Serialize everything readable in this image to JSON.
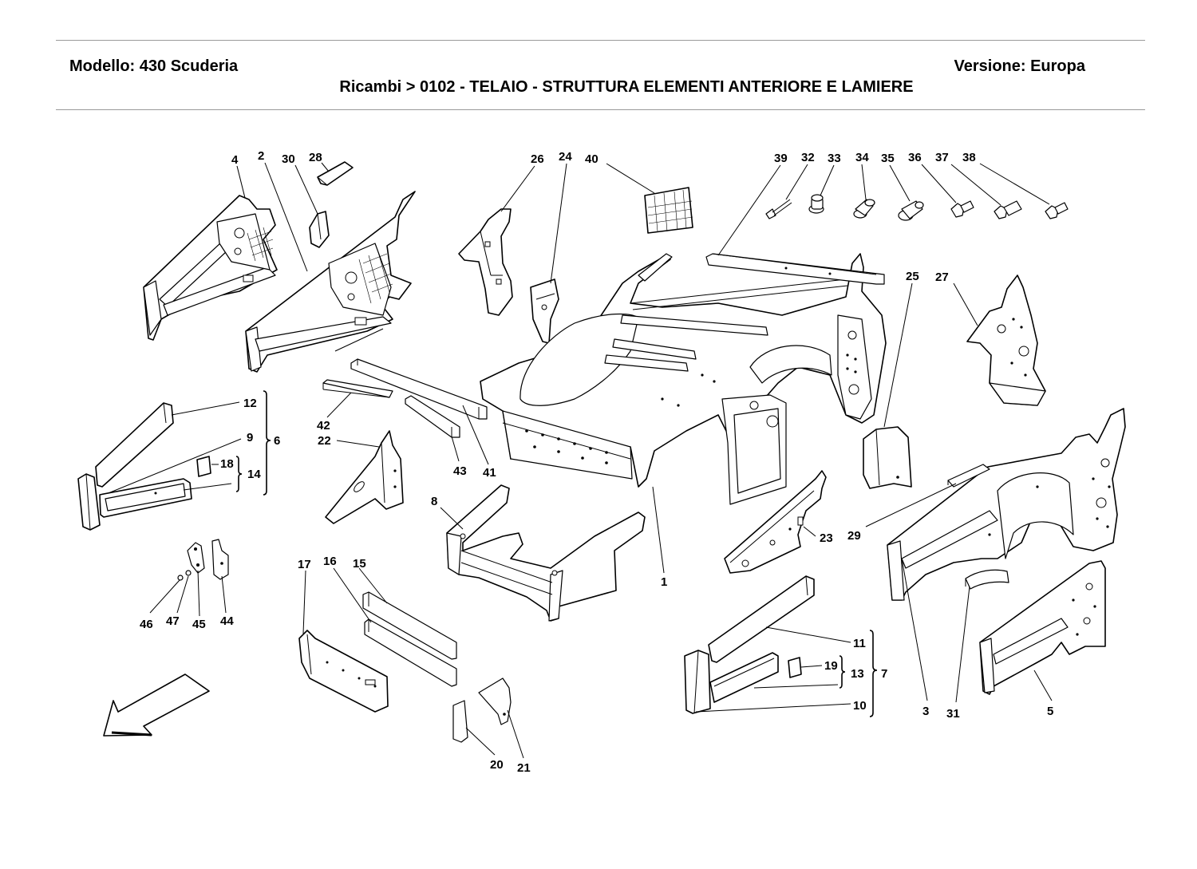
{
  "header": {
    "model": "Modello: 430 Scuderia",
    "version": "Versione: Europa",
    "section": "Ricambi > 0102 - TELAIO - STRUTTURA ELEMENTI ANTERIORE E LAMIERE"
  },
  "labels": [
    {
      "id": "4",
      "text": "4"
    },
    {
      "id": "2",
      "text": "2"
    },
    {
      "id": "30",
      "text": "30"
    },
    {
      "id": "28",
      "text": "28"
    },
    {
      "id": "26",
      "text": "26"
    },
    {
      "id": "24",
      "text": "24"
    },
    {
      "id": "40",
      "text": "40"
    },
    {
      "id": "39",
      "text": "39"
    },
    {
      "id": "32",
      "text": "32"
    },
    {
      "id": "33",
      "text": "33"
    },
    {
      "id": "34",
      "text": "34"
    },
    {
      "id": "35",
      "text": "35"
    },
    {
      "id": "36",
      "text": "36"
    },
    {
      "id": "37",
      "text": "37"
    },
    {
      "id": "38",
      "text": "38"
    },
    {
      "id": "25",
      "text": "25"
    },
    {
      "id": "27",
      "text": "27"
    },
    {
      "id": "12",
      "text": "12"
    },
    {
      "id": "9",
      "text": "9"
    },
    {
      "id": "6",
      "text": "6"
    },
    {
      "id": "18",
      "text": "18"
    },
    {
      "id": "14",
      "text": "14"
    },
    {
      "id": "42",
      "text": "42"
    },
    {
      "id": "22",
      "text": "22"
    },
    {
      "id": "43",
      "text": "43"
    },
    {
      "id": "41",
      "text": "41"
    },
    {
      "id": "8",
      "text": "8"
    },
    {
      "id": "1",
      "text": "1"
    },
    {
      "id": "23",
      "text": "23"
    },
    {
      "id": "29",
      "text": "29"
    },
    {
      "id": "46",
      "text": "46"
    },
    {
      "id": "47",
      "text": "47"
    },
    {
      "id": "45",
      "text": "45"
    },
    {
      "id": "44",
      "text": "44"
    },
    {
      "id": "17",
      "text": "17"
    },
    {
      "id": "16",
      "text": "16"
    },
    {
      "id": "15",
      "text": "15"
    },
    {
      "id": "20",
      "text": "20"
    },
    {
      "id": "21",
      "text": "21"
    },
    {
      "id": "11",
      "text": "11"
    },
    {
      "id": "19",
      "text": "19"
    },
    {
      "id": "13",
      "text": "13"
    },
    {
      "id": "7",
      "text": "7"
    },
    {
      "id": "10",
      "text": "10"
    },
    {
      "id": "3",
      "text": "3"
    },
    {
      "id": "31",
      "text": "31"
    },
    {
      "id": "5",
      "text": "5"
    }
  ]
}
